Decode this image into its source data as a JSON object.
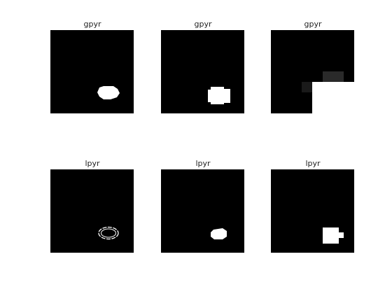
{
  "figure": {
    "background": "#ffffff",
    "panels": [
      {
        "title": "gpyr"
      },
      {
        "title": "gpyr"
      },
      {
        "title": "gpyr"
      },
      {
        "title": "lpyr"
      },
      {
        "title": "lpyr"
      },
      {
        "title": "lpyr"
      }
    ]
  },
  "colors": {
    "axes_background": "#000000",
    "foreground": "#ffffff",
    "dark_gray_block": "#2a2a2a",
    "mid_gray_block": "#1a1a1a"
  }
}
